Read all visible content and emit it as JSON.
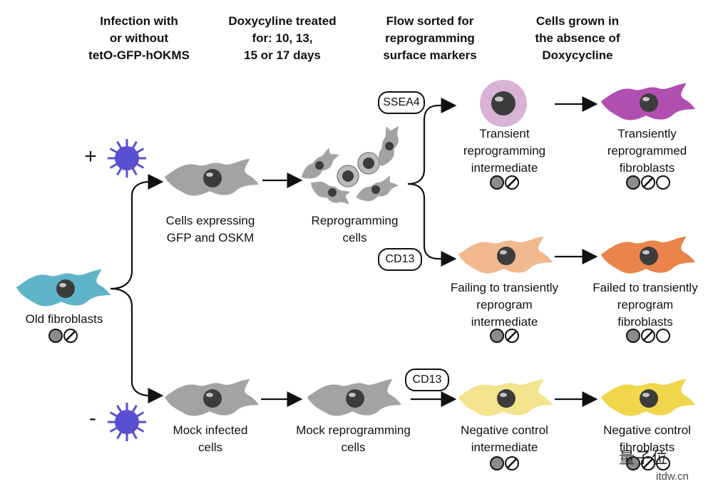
{
  "headers": {
    "col1": [
      "Infection with",
      "or without",
      "tetO-GFP-hOKMS"
    ],
    "col2": [
      "Doxycyline treated",
      "for: 10, 13,",
      "15 or 17 days"
    ],
    "col3": [
      "Flow sorted for",
      "reprogramming",
      "surface markers"
    ],
    "col4": [
      "Cells grown in",
      "the absence of",
      "Doxycycline"
    ]
  },
  "signs": {
    "plus": "+",
    "minus": "-"
  },
  "labels": {
    "old_fibroblasts": [
      "Old fibroblasts"
    ],
    "cells_expressing": [
      "Cells expressing",
      "GFP and OSKM"
    ],
    "reprogramming_cells": [
      "Reprogramming",
      "cells"
    ],
    "mock_infected": [
      "Mock infected",
      "cells"
    ],
    "mock_reprogramming": [
      "Mock reprogramming",
      "cells"
    ],
    "transient_intermediate": [
      "Transient",
      "reprogramming",
      "intermediate"
    ],
    "transiently_reprogrammed": [
      "Transiently",
      "reprogrammed",
      "fibroblasts"
    ],
    "failing_intermediate": [
      "Failing to transiently",
      "reprogram",
      "intermediate"
    ],
    "failed_fibroblasts": [
      "Failed to transiently",
      "reprogram",
      "fibroblasts"
    ],
    "negative_intermediate": [
      "Negative control",
      "intermediate"
    ],
    "negative_fibroblasts": [
      "Negative control",
      "fibroblasts"
    ]
  },
  "markers": {
    "ssea4": "SSEA4",
    "cd13_mid": "CD13",
    "cd13_bottom": "CD13"
  },
  "watermark": {
    "text": "量子位",
    "url": "itdw.cn"
  },
  "colors": {
    "old": "#5fb4c8",
    "grey": "#a3a3a3",
    "virus": "#5a4fd0",
    "transient_round": "#d9b3d6",
    "transient_fib": "#b04fb0",
    "failing": "#f2b890",
    "failed": "#e9844a",
    "neg_intermediate": "#f3e38c",
    "neg_fib": "#f0d64a"
  }
}
